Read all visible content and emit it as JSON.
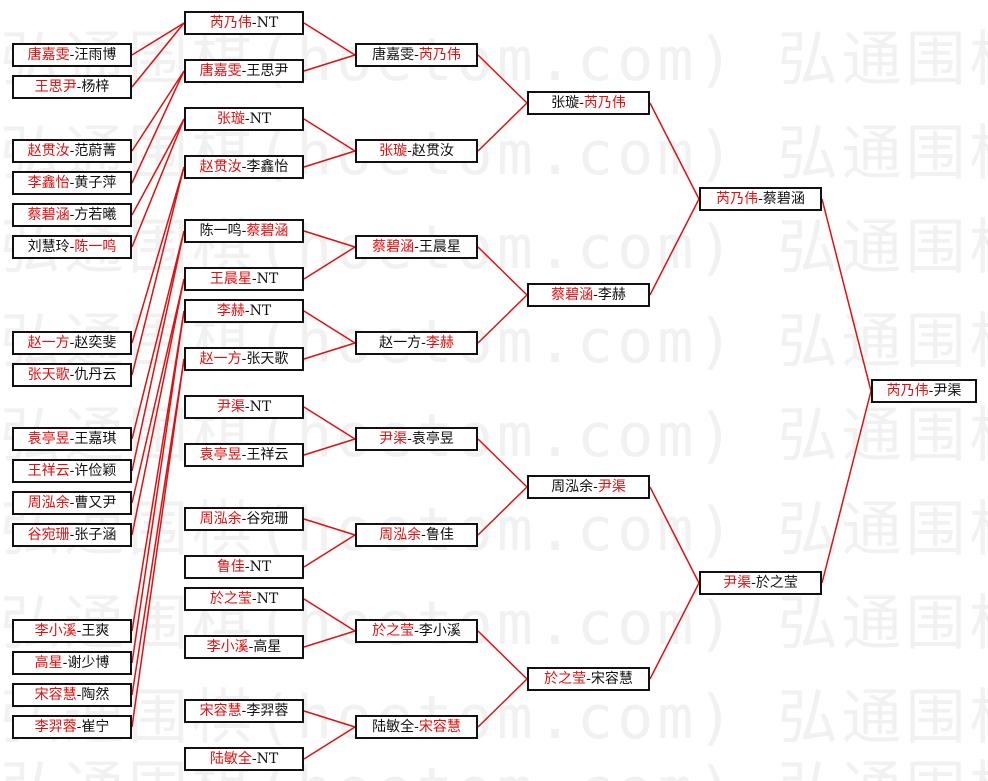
{
  "watermark": "弘通围棋(hoetom.com) 弘通围棋(hoetom.com) 弘通围棋(hoetom.com)",
  "colors": {
    "winner": "#dd1111",
    "other": "#111111",
    "line": "#dd1111"
  },
  "bracket": {
    "r1": [
      {
        "a": "唐嘉雯",
        "b": "汪雨博",
        "w": 0
      },
      {
        "a": "王思尹",
        "b": "杨梓",
        "w": 0
      },
      {
        "a": "赵贯汝",
        "b": "范蔚菁",
        "w": 0
      },
      {
        "a": "李鑫怡",
        "b": "黄子萍",
        "w": 0
      },
      {
        "a": "蔡碧涵",
        "b": "方若曦",
        "w": 0
      },
      {
        "a": "刘慧玲",
        "b": "陈一鸣",
        "w": 1
      },
      {
        "a": "赵一方",
        "b": "赵奕斐",
        "w": 0
      },
      {
        "a": "张天歌",
        "b": "仇丹云",
        "w": 0
      },
      {
        "a": "袁亭昱",
        "b": "王嘉琪",
        "w": 0
      },
      {
        "a": "王祥云",
        "b": "许俭颖",
        "w": 0
      },
      {
        "a": "周泓余",
        "b": "曹又尹",
        "w": 0
      },
      {
        "a": "谷宛珊",
        "b": "张子涵",
        "w": 0
      },
      {
        "a": "李小溪",
        "b": "王爽",
        "w": 0
      },
      {
        "a": "高星",
        "b": "谢少博",
        "w": 0
      },
      {
        "a": "宋容慧",
        "b": "陶然",
        "w": 0
      },
      {
        "a": "李羿蓉",
        "b": "崔宁",
        "w": 0
      }
    ],
    "r2": [
      {
        "a": "芮乃伟",
        "b": "NT",
        "w": 0
      },
      {
        "a": "唐嘉雯",
        "b": "王思尹",
        "w": 0
      },
      {
        "a": "张璇",
        "b": "NT",
        "w": 0
      },
      {
        "a": "赵贯汝",
        "b": "李鑫怡",
        "w": 0
      },
      {
        "a": "陈一鸣",
        "b": "蔡碧涵",
        "w": 1
      },
      {
        "a": "王晨星",
        "b": "NT",
        "w": 0
      },
      {
        "a": "李赫",
        "b": "NT",
        "w": 0
      },
      {
        "a": "赵一方",
        "b": "张天歌",
        "w": 0
      },
      {
        "a": "尹渠",
        "b": "NT",
        "w": 0
      },
      {
        "a": "袁亭昱",
        "b": "王祥云",
        "w": 0
      },
      {
        "a": "周泓余",
        "b": "谷宛珊",
        "w": 0
      },
      {
        "a": "鲁佳",
        "b": "NT",
        "w": 0
      },
      {
        "a": "於之莹",
        "b": "NT",
        "w": 0
      },
      {
        "a": "李小溪",
        "b": "高星",
        "w": 0
      },
      {
        "a": "宋容慧",
        "b": "李羿蓉",
        "w": 0
      },
      {
        "a": "陆敏全",
        "b": "NT",
        "w": 0
      }
    ],
    "r3": [
      {
        "a": "唐嘉雯",
        "b": "芮乃伟",
        "w": 1
      },
      {
        "a": "张璇",
        "b": "赵贯汝",
        "w": 0
      },
      {
        "a": "蔡碧涵",
        "b": "王晨星",
        "w": 0
      },
      {
        "a": "赵一方",
        "b": "李赫",
        "w": 1
      },
      {
        "a": "尹渠",
        "b": "袁亭昱",
        "w": 0
      },
      {
        "a": "周泓余",
        "b": "鲁佳",
        "w": 0
      },
      {
        "a": "於之莹",
        "b": "李小溪",
        "w": 0
      },
      {
        "a": "陆敏全",
        "b": "宋容慧",
        "w": 1
      }
    ],
    "r4": [
      {
        "a": "张璇",
        "b": "芮乃伟",
        "w": 1
      },
      {
        "a": "蔡碧涵",
        "b": "李赫",
        "w": 0
      },
      {
        "a": "周泓余",
        "b": "尹渠",
        "w": 1
      },
      {
        "a": "於之莹",
        "b": "宋容慧",
        "w": 0
      }
    ],
    "r5": [
      {
        "a": "芮乃伟",
        "b": "蔡碧涵",
        "w": 0
      },
      {
        "a": "尹渠",
        "b": "於之莹",
        "w": 0
      }
    ],
    "r6": [
      {
        "a": "芮乃伟",
        "b": "尹渠",
        "w": 0
      }
    ]
  }
}
